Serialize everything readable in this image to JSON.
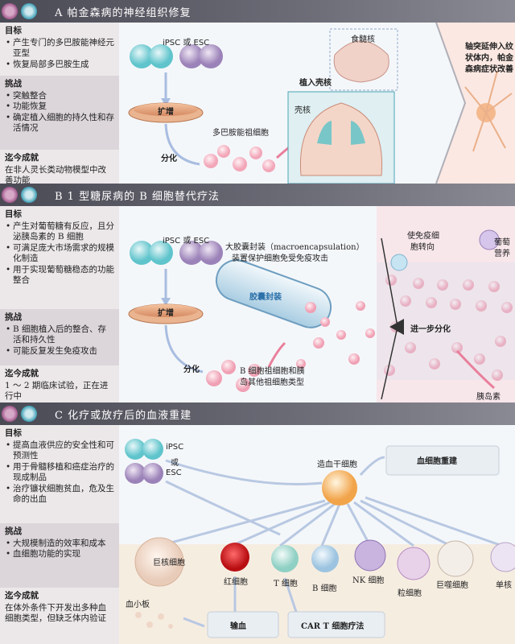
{
  "panelA": {
    "header": "A 帕金森病的神经组织修复",
    "goal_title": "目标",
    "goals": [
      "产生专门的多巴胺能神经元亚型",
      "恢复局部多巴胺生成"
    ],
    "challenge_title": "挑战",
    "challenges": [
      "突触整合",
      "功能恢复",
      "确定植入细胞的持久性和存活情况"
    ],
    "achievement_title": "迄今成就",
    "achievement": "在非人灵长类动物模型中改善功能",
    "cell_label": "iPSC 或 ESC",
    "expand": "扩增",
    "differentiate": "分化",
    "progenitor": "多巴胺能祖细胞",
    "substantia": "食髓核",
    "implant": "植入壳核",
    "putamen": "壳核",
    "right_text": "轴突延伸入纹状体内，帕金森病症状改善"
  },
  "panelB": {
    "header": "B 1 型糖尿病的 B 细胞替代疗法",
    "goal_title": "目标",
    "goals": [
      "产生对葡萄糖有反应，且分泌胰岛素的 B 细胞",
      "可满足庞大市场需求的规模化制造",
      "用于实现葡萄糖稳态的功能整合"
    ],
    "challenge_title": "挑战",
    "challenges": [
      "B 细胞植入后的整合、存活和持久性",
      "可能反复发生免疫攻击"
    ],
    "achievement_title": "迄今成就",
    "achievement": "1 ～ 2 期临床试验，正在进行中",
    "cell_label": "iPSC 或 ESC",
    "expand": "扩增",
    "differentiate": "分化",
    "macro_line1": "大胶囊封装（macroencapsulation）",
    "macro_line2": "装置保护细胞免受免疫攻击",
    "capsule": "胶囊封装",
    "progenitor_line1": "B 细胞祖细胞和胰",
    "progenitor_line2": "岛其他祖细胞类型",
    "further": "进一步分化",
    "immune_line1": "使免疫细",
    "immune_line2": "胞转向",
    "glucose_line1": "葡萄",
    "glucose_line2": "营养",
    "insulin": "胰岛素"
  },
  "panelC": {
    "header": "C 化疗或放疗后的血液重建",
    "goal_title": "目标",
    "goals": [
      "提高血液供应的安全性和可预测性",
      "用于骨髓移植和癌症治疗的现成制品",
      "治疗镰状细胞贫血，危及生命的出血"
    ],
    "challenge_title": "挑战",
    "challenges": [
      "大规模制造的效率和成本",
      "血细胞功能的实现"
    ],
    "achievement_title": "迄今成就",
    "achievement": "在体外条件下开发出多种血细胞类型，但缺乏体内验证",
    "cell_label_1": "iPSC",
    "cell_label_2": "或",
    "cell_label_3": "ESC",
    "hsc": "造血干细胞",
    "rebuild": "血细胞重建",
    "megakaryocyte": "巨核细胞",
    "platelet": "血小板",
    "rbc": "红细胞",
    "tcell": "T 细胞",
    "bcell": "B 细胞",
    "nk": "NK 细胞",
    "granulocyte": "粒细胞",
    "macrophage": "巨噬细胞",
    "monocyte": "单核",
    "transfusion": "输血",
    "cart": "CAR T 细胞疗法"
  }
}
